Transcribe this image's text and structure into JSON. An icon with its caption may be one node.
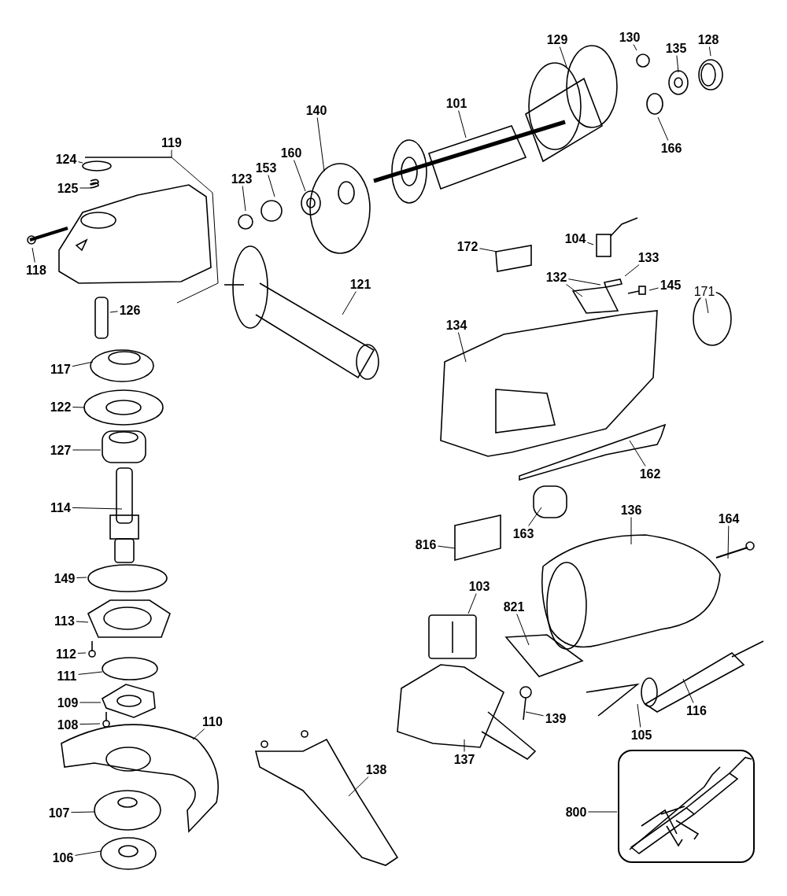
{
  "diagram": {
    "nodes": [
      {
        "text": [
          "101"
        ]
      },
      {
        "text": [
          "129"
        ]
      },
      {
        "text": [
          "130"
        ]
      },
      {
        "text": [
          "135"
        ]
      },
      {
        "text": [
          "128"
        ]
      },
      {
        "text": [
          "166"
        ]
      },
      {
        "text": [
          "140"
        ]
      },
      {
        "text": [
          "119"
        ]
      },
      {
        "text": [
          "124"
        ]
      },
      {
        "text": [
          "125"
        ]
      },
      {
        "text": [
          "153"
        ]
      },
      {
        "text": [
          "160"
        ]
      },
      {
        "text": [
          "123"
        ]
      },
      {
        "text": [
          "118"
        ]
      },
      {
        "text": [
          "126"
        ]
      },
      {
        "text": [
          "121"
        ]
      },
      {
        "text": [
          "117"
        ]
      },
      {
        "text": [
          "122"
        ]
      },
      {
        "text": [
          "127"
        ]
      },
      {
        "text": [
          "114"
        ]
      },
      {
        "text": [
          "149"
        ]
      },
      {
        "text": [
          "113"
        ]
      },
      {
        "text": [
          "112"
        ]
      },
      {
        "text": [
          "111"
        ]
      },
      {
        "text": [
          "109"
        ]
      },
      {
        "text": [
          "108"
        ]
      },
      {
        "text": [
          "110"
        ]
      },
      {
        "text": [
          "107"
        ]
      },
      {
        "text": [
          "106"
        ]
      },
      {
        "text": [
          "138"
        ]
      },
      {
        "text": [
          "172"
        ]
      },
      {
        "text": [
          "104"
        ]
      },
      {
        "text": [
          "133"
        ]
      },
      {
        "text": [
          "132"
        ]
      },
      {
        "text": [
          "145"
        ]
      },
      {
        "text": [
          "171"
        ]
      },
      {
        "text": [
          "134"
        ]
      },
      {
        "text": [
          "162"
        ]
      },
      {
        "text": [
          "163"
        ]
      },
      {
        "text": [
          "136"
        ]
      },
      {
        "text": [
          "164"
        ]
      },
      {
        "text": [
          "816"
        ]
      },
      {
        "text": [
          "103"
        ]
      },
      {
        "text": [
          "821"
        ]
      },
      {
        "text": [
          "139"
        ]
      },
      {
        "text": [
          "137"
        ]
      },
      {
        "text": [
          "116"
        ]
      },
      {
        "text": [
          "105"
        ]
      },
      {
        "text": [
          "800"
        ]
      },
      {
        "text": [],
        "shape": "picture"
      }
    ],
    "edges": [
      {
        "from": 0,
        "to": null,
        "arrow": "none"
      },
      {
        "from": 1,
        "to": null,
        "arrow": "none"
      },
      {
        "from": 2,
        "to": null,
        "arrow": "none"
      },
      {
        "from": 3,
        "to": null,
        "arrow": "none"
      },
      {
        "from": 4,
        "to": null,
        "arrow": "none"
      },
      {
        "from": 5,
        "to": null,
        "arrow": "none"
      },
      {
        "from": 6,
        "to": null,
        "arrow": "none"
      },
      {
        "from": 7,
        "to": null,
        "arrow": "none"
      },
      {
        "from": 8,
        "to": null,
        "arrow": "none"
      },
      {
        "from": 9,
        "to": null,
        "arrow": "none"
      },
      {
        "from": 10,
        "to": null,
        "arrow": "none"
      },
      {
        "from": 11,
        "to": null,
        "arrow": "none"
      },
      {
        "from": 12,
        "to": null,
        "arrow": "none"
      },
      {
        "from": 13,
        "to": null,
        "arrow": "none"
      },
      {
        "from": 14,
        "to": null,
        "arrow": "none"
      },
      {
        "from": 15,
        "to": null,
        "arrow": "none"
      },
      {
        "from": 16,
        "to": null,
        "arrow": "none"
      },
      {
        "from": 17,
        "to": null,
        "arrow": "none"
      },
      {
        "from": 18,
        "to": null,
        "arrow": "none"
      },
      {
        "from": 19,
        "to": null,
        "arrow": "none"
      },
      {
        "from": 20,
        "to": null,
        "arrow": "none"
      },
      {
        "from": 21,
        "to": null,
        "arrow": "none"
      },
      {
        "from": 22,
        "to": null,
        "arrow": "none"
      },
      {
        "from": 23,
        "to": null,
        "arrow": "none"
      },
      {
        "from": 24,
        "to": null,
        "arrow": "none"
      },
      {
        "from": 25,
        "to": null,
        "arrow": "none"
      },
      {
        "from": 26,
        "to": null,
        "arrow": "none"
      },
      {
        "from": 27,
        "to": null,
        "arrow": "none"
      },
      {
        "from": 28,
        "to": null,
        "arrow": "none"
      },
      {
        "from": 29,
        "to": null,
        "arrow": "none"
      },
      {
        "from": 30,
        "to": null,
        "arrow": "none"
      },
      {
        "from": 31,
        "to": null,
        "arrow": "none"
      },
      {
        "from": 32,
        "to": null,
        "arrow": "none"
      },
      {
        "from": 33,
        "to": null,
        "arrow": "none"
      },
      {
        "from": 33,
        "to": null,
        "arrow": "none"
      },
      {
        "from": 34,
        "to": null,
        "arrow": "none"
      },
      {
        "from": 35,
        "to": null,
        "arrow": "none"
      },
      {
        "from": 36,
        "to": null,
        "arrow": "none"
      },
      {
        "from": 37,
        "to": null,
        "arrow": "none"
      },
      {
        "from": 38,
        "to": null,
        "arrow": "none"
      },
      {
        "from": 39,
        "to": null,
        "arrow": "none"
      },
      {
        "from": 40,
        "to": null,
        "arrow": "none"
      },
      {
        "from": 41,
        "to": null,
        "arrow": "none"
      },
      {
        "from": 42,
        "to": null,
        "arrow": "none"
      },
      {
        "from": 43,
        "to": null,
        "arrow": "none"
      },
      {
        "from": 44,
        "to": null,
        "arrow": "none"
      },
      {
        "from": 45,
        "to": null,
        "arrow": "none"
      },
      {
        "from": 46,
        "to": null,
        "arrow": "none"
      },
      {
        "from": 47,
        "to": null,
        "arrow": "none"
      },
      {
        "from": 48,
        "to": 49,
        "arrow": "none"
      }
    ]
  }
}
